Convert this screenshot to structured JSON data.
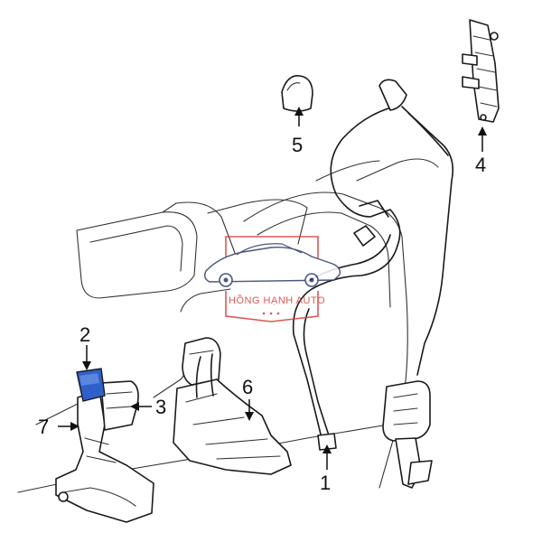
{
  "diagram": {
    "colors": {
      "line": "#1a1a1a",
      "buckle_highlight": "#2f5fc9",
      "watermark": "#d93a3a"
    },
    "callouts": [
      {
        "id": "1",
        "label": "1"
      },
      {
        "id": "2",
        "label": "2"
      },
      {
        "id": "3",
        "label": "3"
      },
      {
        "id": "4",
        "label": "4"
      },
      {
        "id": "5",
        "label": "5"
      },
      {
        "id": "6",
        "label": "6"
      },
      {
        "id": "7",
        "label": "7"
      }
    ],
    "watermark": {
      "text": "HỒNG HẠNH AUTO",
      "icon": "sports-car-icon"
    }
  }
}
